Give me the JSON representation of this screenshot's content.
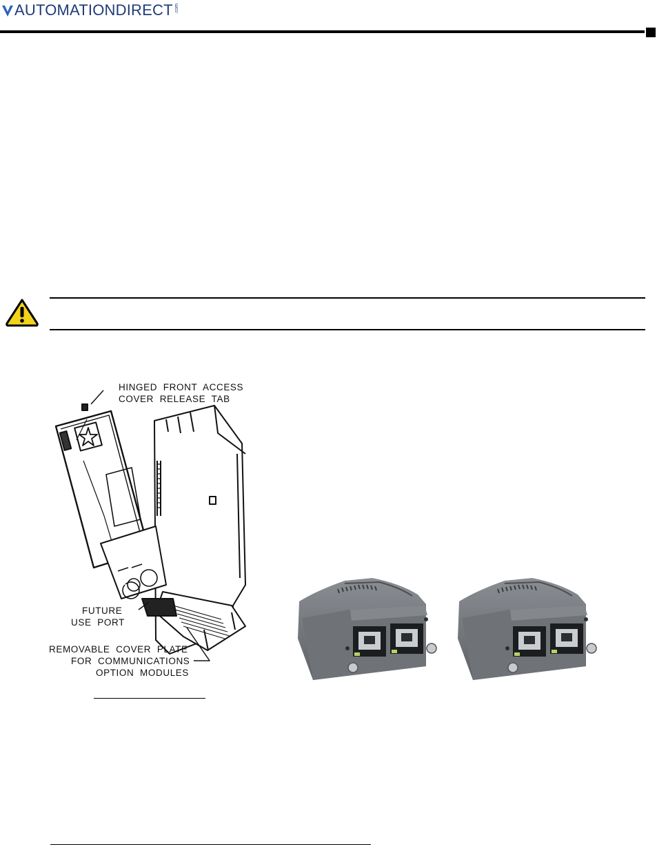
{
  "header": {
    "logo_text": "AUTOMATIONDIRECT",
    "logo_suffix": ".com"
  },
  "warning": {
    "icon": "warning-exclamation-icon"
  },
  "figure_drive": {
    "callout_release_tab": [
      "HINGED  FRONT  ACCESS",
      "COVER  RELEASE  TAB"
    ],
    "callout_future_port": [
      "FUTURE",
      "USE  PORT"
    ],
    "callout_cover_plate": [
      "REMOVABLE  COVER  PLATE",
      "FOR  COMMUNICATIONS",
      "OPTION  MODULES"
    ]
  },
  "figure_modules": {
    "count": 2
  },
  "colors": {
    "brand_blue": "#1f3b78",
    "module_gray": "#6f7378",
    "warning_yellow": "#f2d21b"
  }
}
